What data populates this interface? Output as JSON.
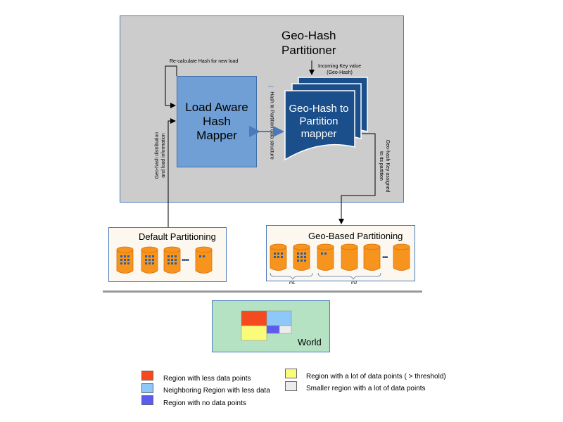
{
  "partitioner": {
    "title_line1": "Geo-Hash",
    "title_line2": "Partitioner",
    "incoming_line1": "Incoming Key value",
    "incoming_line2": "(Geo-Hash)",
    "mapper_line1": "Geo-Hash to",
    "mapper_line2": "Partition",
    "mapper_line3": "mapper"
  },
  "load_mapper": {
    "line1": "Load Aware",
    "line2": "Hash",
    "line3": "Mapper",
    "recalc_label": "Re-calculate Hash for new load",
    "distribution_line1": "Geo-hash distribution",
    "distribution_line2": "and load information"
  },
  "hash_structure_label": "Hash to Partition data structure",
  "assigned_line1": "Geo-hash Key assigned",
  "assigned_line2": "to its partition",
  "default_partitioning": {
    "title": "Default Partitioning",
    "dots": "••••"
  },
  "geo_partitioning": {
    "title": "Geo-Based Partitioning",
    "dots": "•••",
    "group1": "m1",
    "group2": "m2"
  },
  "world": {
    "label": "World"
  },
  "legend": [
    {
      "color": "#f44a1e",
      "label": "Region with less data points"
    },
    {
      "color": "#8ec8f8",
      "label": "Neighboring Region with less data"
    },
    {
      "color": "#5b5bf0",
      "label": "Region with no data points"
    },
    {
      "color": "#fbfb7a",
      "label": "Region with a lot of data points ( > threshold)"
    },
    {
      "color": "#ececec",
      "label": "Smaller region with a lot of data points"
    }
  ],
  "colors": {
    "cylinder": "#f7941d",
    "cylinder_dark": "#d9700a",
    "doc_blue": "#1a4f8b",
    "mapper_blue": "#6f9fd4"
  }
}
